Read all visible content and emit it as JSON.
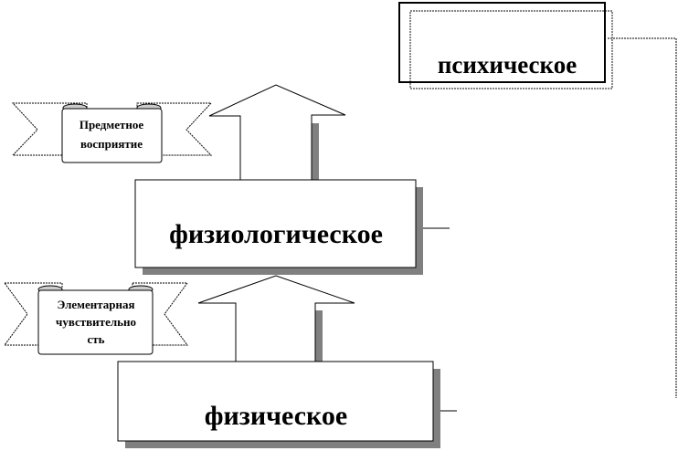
{
  "nodes": {
    "mental": "психическое",
    "physiological": "физиологическое",
    "physical": "физическое"
  },
  "banners": {
    "object_perception": {
      "line1": "Предметное",
      "line2": "восприятие"
    },
    "elementary_sensitivity": {
      "line1": "Элементарная",
      "line2": "чувствительно",
      "line3": "сть"
    }
  },
  "colors": {
    "shadow": "#808080",
    "stroke": "#000000"
  }
}
